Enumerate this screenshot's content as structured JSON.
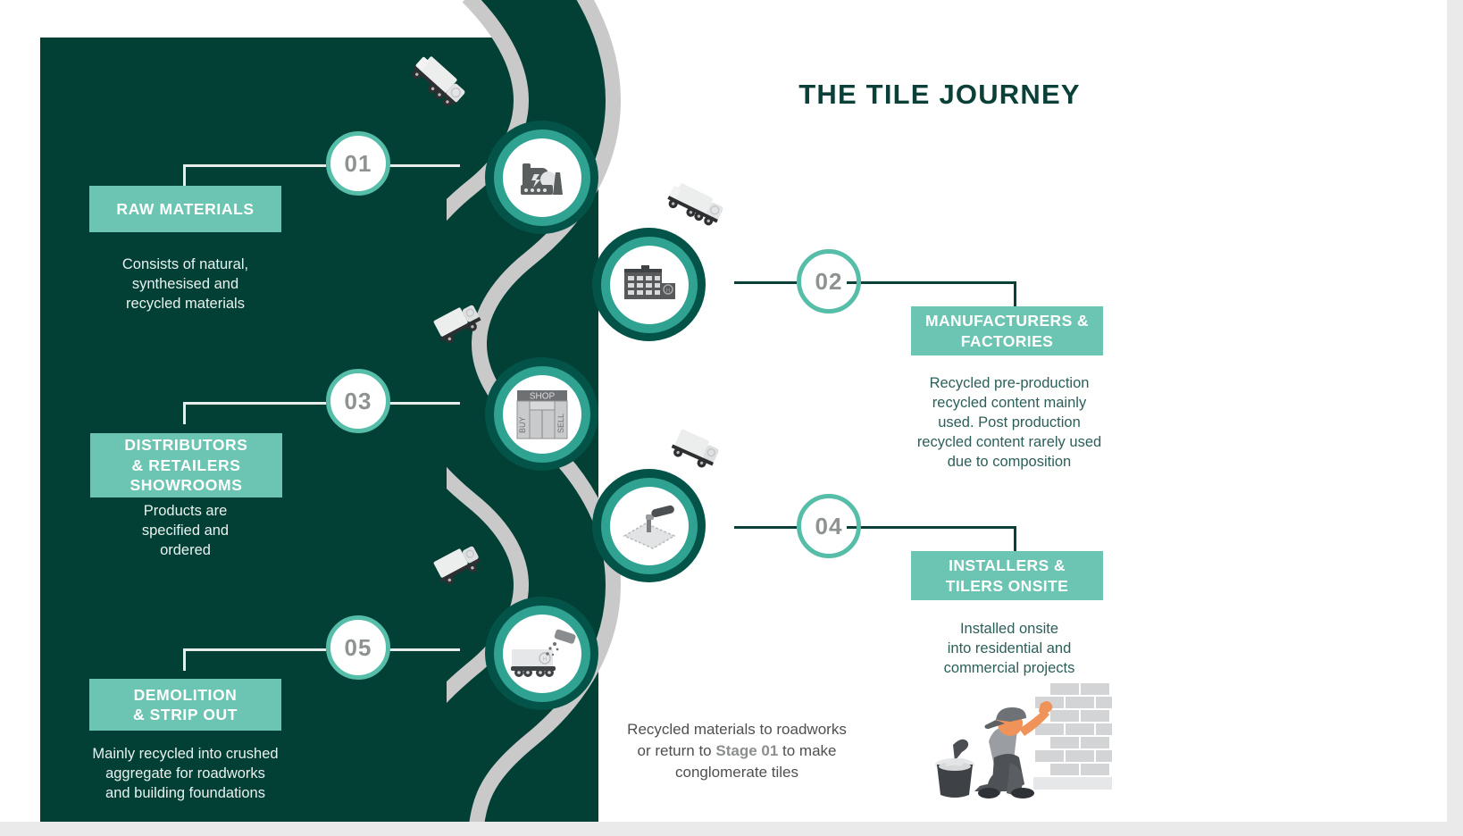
{
  "title": "THE TILE JOURNEY",
  "colors": {
    "panel_green": "#023f35",
    "accent_teal": "#6cc4b2",
    "ring_teal": "#56bda9",
    "dark_ring": "#045348",
    "title_green": "#0b4038",
    "number_gray": "#8e9391",
    "path_gray": "#c9c9c9"
  },
  "stages": [
    {
      "number": "01",
      "side": "left",
      "label": "RAW MATERIALS",
      "label_lines": [
        "RAW MATERIALS"
      ],
      "description": "Consists of natural, synthesised and recycled materials",
      "description_lines": [
        "Consists of natural,",
        "synthesised and",
        "recycled materials"
      ],
      "icon": "factory-icon"
    },
    {
      "number": "02",
      "side": "right",
      "label": "MANUFACTURERS & FACTORIES",
      "label_lines": [
        "MANUFACTURERS &",
        "FACTORIES"
      ],
      "description": "Recycled pre-production recycled content mainly used. Post production recycled content rarely used due to composition",
      "description_lines": [
        "Recycled pre-production",
        "recycled content mainly",
        "used. Post production",
        "recycled content rarely used",
        "due to composition"
      ],
      "icon": "factory-building-icon"
    },
    {
      "number": "03",
      "side": "left",
      "label": "DISTRIBUTORS & RETAILERS SHOWROOMS",
      "label_lines": [
        "DISTRIBUTORS",
        "& RETAILERS",
        "SHOWROOMS"
      ],
      "description": "Products are specified and ordered",
      "description_lines": [
        "Products are",
        "specified and",
        "ordered"
      ],
      "icon": "shop-icon",
      "icon_text": {
        "top": "SHOP",
        "left": "BUY",
        "right": "SELL"
      }
    },
    {
      "number": "04",
      "side": "right",
      "label": "INSTALLERS & TILERS ONSITE",
      "label_lines": [
        "INSTALLERS &",
        "TILERS ONSITE"
      ],
      "description": "Installed onsite into residential and commercial projects",
      "description_lines": [
        "Installed onsite",
        "into residential and",
        "commercial projects"
      ],
      "icon": "trowel-icon"
    },
    {
      "number": "05",
      "side": "left",
      "label": "DEMOLITION & STRIP OUT",
      "label_lines": [
        "DEMOLITION",
        "& STRIP OUT"
      ],
      "description": "Mainly recycled into crushed aggregate for roadworks and building foundations",
      "description_lines": [
        "Mainly recycled into crushed",
        "aggregate for roadworks",
        "and building foundations"
      ],
      "icon": "dump-truck-icon"
    }
  ],
  "bottom_note": {
    "line1": "Recycled materials to roadworks",
    "line2_pre": "or return to ",
    "line2_bold": "Stage 01",
    "line2_post": " to make",
    "line3": "conglomerate tiles"
  },
  "illustrations": {
    "tiler": "tiler-worker-illustration",
    "trucks": [
      "truck-icon",
      "truck-icon",
      "truck-icon",
      "truck-icon",
      "truck-icon"
    ]
  }
}
